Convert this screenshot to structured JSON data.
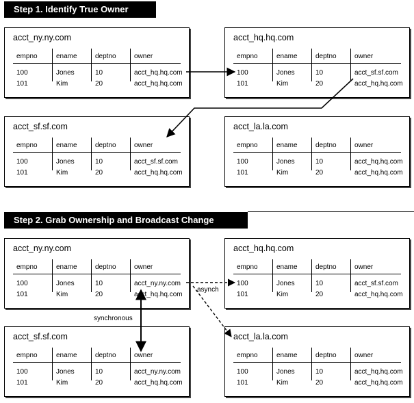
{
  "step1": {
    "banner": "Step 1.  Identify True Owner",
    "boxes": {
      "ny": {
        "title": "acct_ny.ny.com",
        "headers": [
          "empno",
          "ename",
          "deptno",
          "owner"
        ],
        "rows": [
          [
            "100",
            "Jones",
            "10",
            "acct_hq.hq.com"
          ],
          [
            "101",
            "Kim",
            "20",
            "acct_hq.hq.com"
          ]
        ]
      },
      "hq": {
        "title": "acct_hq.hq.com",
        "headers": [
          "empno",
          "ename",
          "deptno",
          "owner"
        ],
        "rows": [
          [
            "100",
            "Jones",
            "10",
            "acct_sf.sf.com"
          ],
          [
            "101",
            "Kim",
            "20",
            "acct_hq.hq.com"
          ]
        ]
      },
      "sf": {
        "title": "acct_sf.sf.com",
        "headers": [
          "empno",
          "ename",
          "deptno",
          "owner"
        ],
        "rows": [
          [
            "100",
            "Jones",
            "10",
            "acct_sf.sf.com"
          ],
          [
            "101",
            "Kim",
            "20",
            "acct_hq.hq.com"
          ]
        ]
      },
      "la": {
        "title": "acct_la.la.com",
        "headers": [
          "empno",
          "ename",
          "deptno",
          "owner"
        ],
        "rows": [
          [
            "100",
            "Jones",
            "10",
            "acct_hq.hq.com"
          ],
          [
            "101",
            "Kim",
            "20",
            "acct_hq.hq.com"
          ]
        ]
      }
    }
  },
  "step2": {
    "banner": "Step 2.  Grab Ownership and Broadcast Change",
    "boxes": {
      "ny": {
        "title": "acct_ny.ny.com",
        "headers": [
          "empno",
          "ename",
          "deptno",
          "owner"
        ],
        "rows": [
          [
            "100",
            "Jones",
            "10",
            "acct_ny.ny.com"
          ],
          [
            "101",
            "Kim",
            "20",
            "acct_hq.hq.com"
          ]
        ]
      },
      "hq": {
        "title": "acct_hq.hq.com",
        "headers": [
          "empno",
          "ename",
          "deptno",
          "owner"
        ],
        "rows": [
          [
            "100",
            "Jones",
            "10",
            "acct_sf.sf.com"
          ],
          [
            "101",
            "Kim",
            "20",
            "acct_hq.hq.com"
          ]
        ]
      },
      "sf": {
        "title": "acct_sf.sf.com",
        "headers": [
          "empno",
          "ename",
          "deptno",
          "owner"
        ],
        "rows": [
          [
            "100",
            "Jones",
            "10",
            "acct_ny.ny.com"
          ],
          [
            "101",
            "Kim",
            "20",
            "acct_hq.hq.com"
          ]
        ]
      },
      "la": {
        "title": "acct_la.la.com",
        "headers": [
          "empno",
          "ename",
          "deptno",
          "owner"
        ],
        "rows": [
          [
            "100",
            "Jones",
            "10",
            "acct_hq.hq.com"
          ],
          [
            "101",
            "Kim",
            "20",
            "acct_hq.hq.com"
          ]
        ]
      }
    },
    "labels": {
      "asynch": "asynch",
      "synchronous": "synchronous"
    }
  }
}
